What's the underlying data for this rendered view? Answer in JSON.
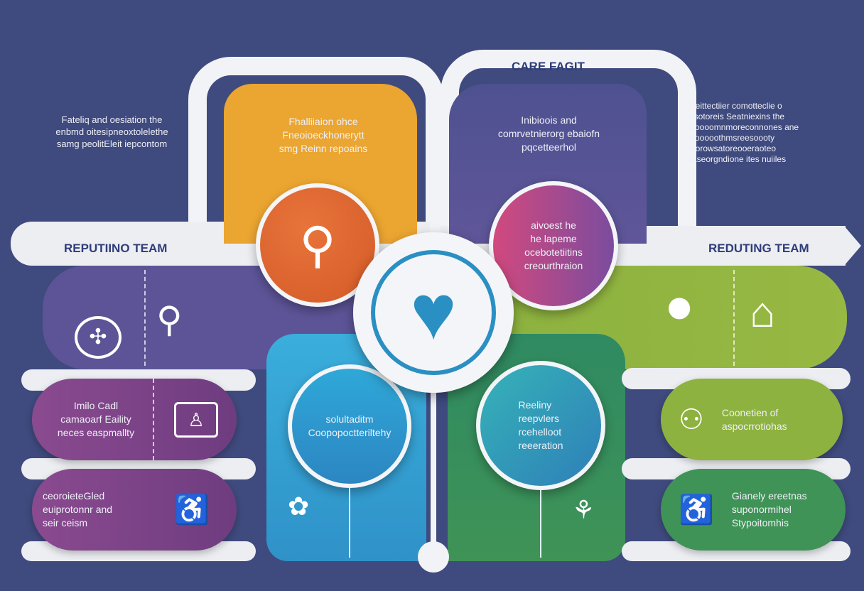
{
  "title": "CARE FAGIT",
  "left_label": "REPUTIINO TEAM",
  "right_label": "REDUTING TEAM",
  "top_left_text": [
    "Fateliq and oesiation the",
    "enbmd oitesipneoxtolelethe",
    "samg peolitEleit iepcontom"
  ],
  "top_right_text": [
    "Reittectiier comotteclie o",
    "esotoreis Seatniexins the",
    "Eoooomnmoreconnones ane",
    "Sooooothmsreesoooty",
    "Rorowsatoreooeraoteo",
    "raseorgndione ites nuiiles"
  ],
  "orange_panel_text": [
    "Fhalliiaion ohce",
    "Fneoioeckhonerytt",
    "smg Reinn repoains"
  ],
  "purple_panel_text": [
    "Inibioois and",
    "comrvetnierorg ebaiofn",
    "pqcetteerhol"
  ],
  "pink_circle_text": [
    "aivoest he",
    "he lapeme",
    "ocebotetiitins",
    "creourthraion"
  ],
  "cyan_circle_text": [
    "solultaditm",
    "Coopopoctteriltehy"
  ],
  "teal_circle_text": [
    "Reeliny",
    "reepvlers",
    "rcehelloot",
    "reeeration"
  ],
  "left_pill_1": [
    "Imilo Cadl",
    "camaoarf Eaility",
    "neces easpmallty"
  ],
  "left_pill_2": [
    "ceoroieteGled",
    "euiprotonnr and",
    "seir ceism"
  ],
  "right_pill_1": [
    "Coonetien of",
    "aspocrrotiohas"
  ],
  "right_pill_2": [
    "Gianely ereetnas",
    "suponormihel",
    "Stypoitomhis"
  ],
  "colors": {
    "bg": "#3f4a7e",
    "orange": "#eba531",
    "purple": "#5b5494",
    "green": "#8db23f",
    "dark_green": "#3f9356",
    "cyan": "#3aaedc",
    "magenta": "#8a4a8f"
  }
}
